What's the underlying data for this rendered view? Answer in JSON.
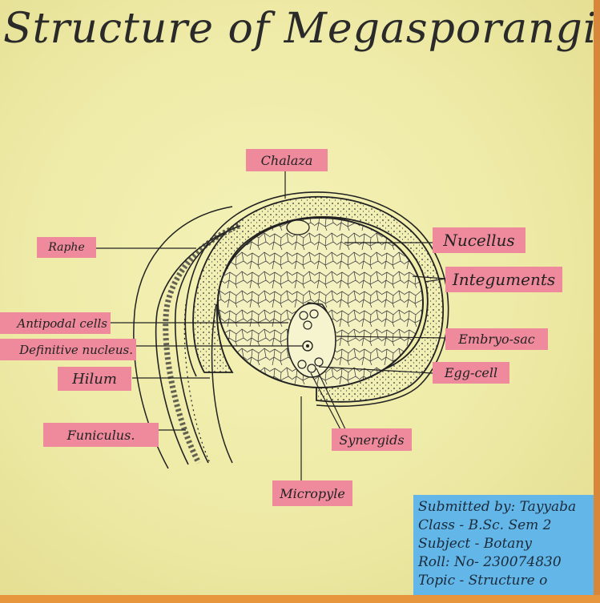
{
  "title": "Structure of Megasporangium",
  "labels": {
    "chalaza": "Chalaza",
    "raphe": "Raphe",
    "nucellus": "Nucellus",
    "integuments": "Integuments",
    "antipodal_cells": "Antipodal cells",
    "definitive_nucleus": "Definitive nucleus.",
    "embryo_sac": "Embryo-sac",
    "egg_cell": "Egg-cell",
    "hilum": "Hilum",
    "funiculus": "Funiculus.",
    "synergids": "Synergids",
    "micropyle": "Micropyle"
  },
  "submission": {
    "submitted_by": "Submitted by: Tayyaba",
    "class": "Class - B.Sc. Sem 2",
    "subject": "Subject - Botany",
    "roll": "Roll: No- 230074830",
    "topic": "Topic - Structure o"
  },
  "colors": {
    "poster": "#f0edae",
    "label_bg": "#ef8a9c",
    "note_bg": "#62b7e8",
    "frame": "#e9a24a"
  }
}
